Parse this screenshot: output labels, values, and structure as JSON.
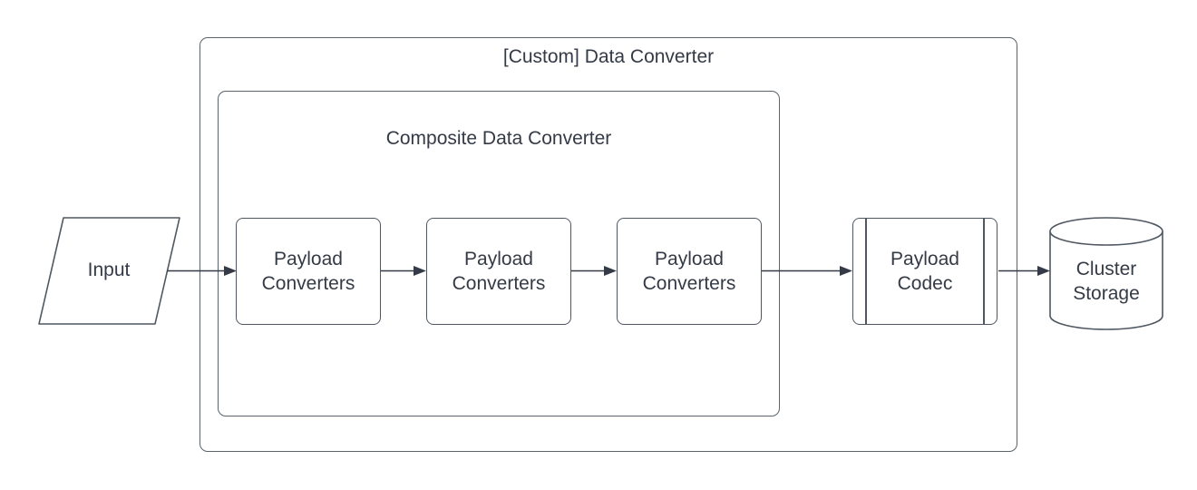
{
  "diagram": {
    "containers": {
      "custom": {
        "label": "[Custom] Data Converter"
      },
      "composite": {
        "label": "Composite Data Converter"
      }
    },
    "nodes": {
      "input": {
        "label": "Input",
        "shape": "parallelogram"
      },
      "payload_converters_1": {
        "lines": [
          "Payload",
          "Converters"
        ],
        "shape": "rounded-rectangle"
      },
      "payload_converters_2": {
        "lines": [
          "Payload",
          "Converters"
        ],
        "shape": "rounded-rectangle"
      },
      "payload_converters_3": {
        "lines": [
          "Payload",
          "Converters"
        ],
        "shape": "rounded-rectangle"
      },
      "payload_codec": {
        "lines": [
          "Payload",
          "Codec"
        ],
        "shape": "predefined-process"
      },
      "cluster_storage": {
        "lines": [
          "Cluster",
          "Storage"
        ],
        "shape": "cylinder"
      }
    },
    "edges": [
      {
        "from": "input",
        "to": "payload_converters_1"
      },
      {
        "from": "payload_converters_1",
        "to": "payload_converters_2"
      },
      {
        "from": "payload_converters_2",
        "to": "payload_converters_3"
      },
      {
        "from": "payload_converters_3",
        "to": "payload_codec"
      },
      {
        "from": "payload_codec",
        "to": "cluster_storage"
      }
    ],
    "colors": {
      "background": "#ffffff",
      "shape_stroke": "#4f5761",
      "container_stroke": "#5a626c",
      "connector": "#343b46",
      "text": "#343b46"
    }
  }
}
